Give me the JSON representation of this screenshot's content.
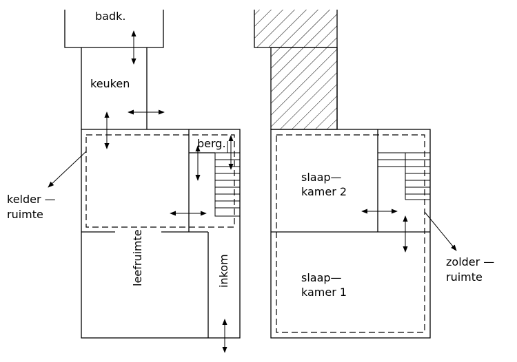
{
  "labels": {
    "badk": "badk.",
    "keuken": "keuken",
    "berg": "berg.",
    "kelder_line1": "kelder  —",
    "kelder_line2": "ruimte",
    "leefruimte": "leefruimte",
    "inkom": "inkom",
    "slaapkamer2_line1": "slaap—",
    "slaapkamer2_line2": "kamer  2",
    "slaapkamer1_line1": "slaap—",
    "slaapkamer1_line2": "kamer  1",
    "zolder_line1": "zolder  —",
    "zolder_line2": "ruimte"
  }
}
